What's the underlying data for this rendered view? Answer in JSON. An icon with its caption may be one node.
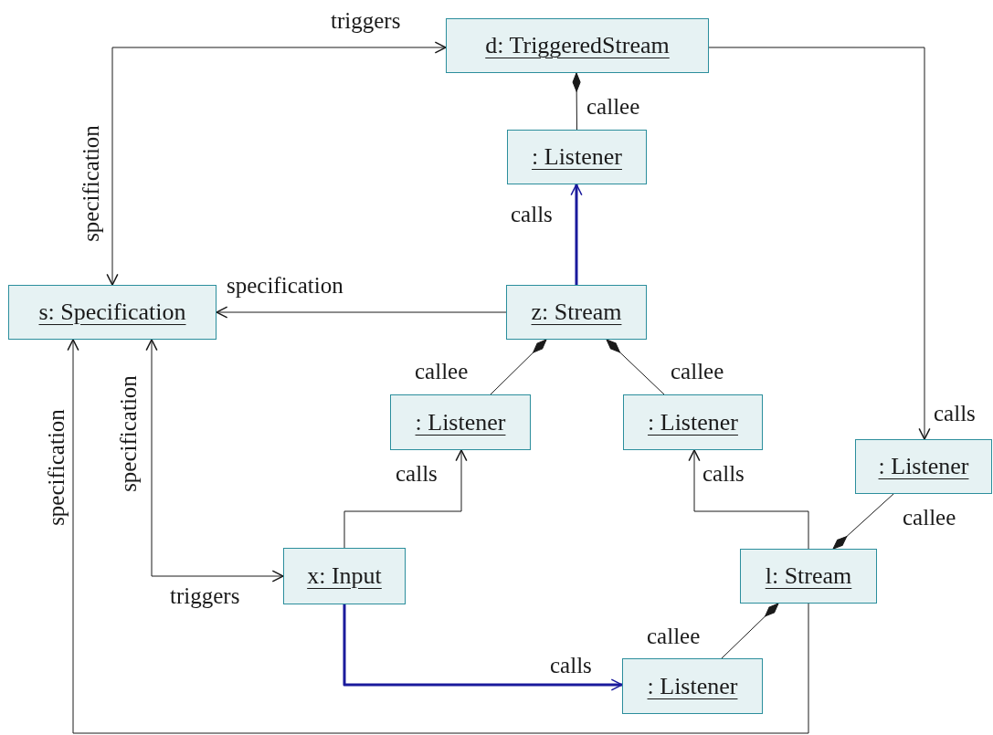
{
  "diagram": {
    "nodes": [
      {
        "text": [
          "d: TriggeredStream"
        ]
      },
      {
        "text": [
          ": Listener"
        ]
      },
      {
        "text": [
          "s: Specification"
        ]
      },
      {
        "text": [
          "z: Stream"
        ]
      },
      {
        "text": [
          ": Listener"
        ]
      },
      {
        "text": [
          ": Listener"
        ]
      },
      {
        "text": [
          ": Listener"
        ]
      },
      {
        "text": [
          "x: Input"
        ]
      },
      {
        "text": [
          "l: Stream"
        ]
      },
      {
        "text": [
          ": Listener"
        ]
      }
    ],
    "edges": [
      {
        "from": 2,
        "to": 0,
        "arrow": "both",
        "label": "triggers"
      },
      {
        "from": 0,
        "to": 6,
        "arrow": "to",
        "label": "calls"
      },
      {
        "from": 1,
        "to": 0,
        "arrow": "other",
        "label": "callee"
      },
      {
        "from": 3,
        "to": 1,
        "arrow": "to",
        "label": "calls",
        "style": "thick",
        "color": "#1a1a9c"
      },
      {
        "from": 3,
        "to": 2,
        "arrow": "to",
        "label": "specification"
      },
      {
        "from": 4,
        "to": 3,
        "arrow": "other",
        "label": "callee"
      },
      {
        "from": 5,
        "to": 3,
        "arrow": "other",
        "label": "callee"
      },
      {
        "from": 6,
        "to": 8,
        "arrow": "other",
        "label": "callee"
      },
      {
        "from": 9,
        "to": 8,
        "arrow": "other",
        "label": "callee"
      },
      {
        "from": 7,
        "to": 4,
        "arrow": "to",
        "label": "calls"
      },
      {
        "from": 8,
        "to": 5,
        "arrow": "to",
        "label": "calls"
      },
      {
        "from": 7,
        "to": 9,
        "arrow": "to",
        "label": "calls",
        "style": "thick",
        "color": "#1a1a9c"
      },
      {
        "from": 7,
        "to": 2,
        "arrow": "both",
        "label": "triggers"
      },
      {
        "from": 8,
        "to": 2,
        "arrow": "to",
        "label": "specification"
      }
    ],
    "labels": [
      "specification",
      "specification"
    ]
  }
}
